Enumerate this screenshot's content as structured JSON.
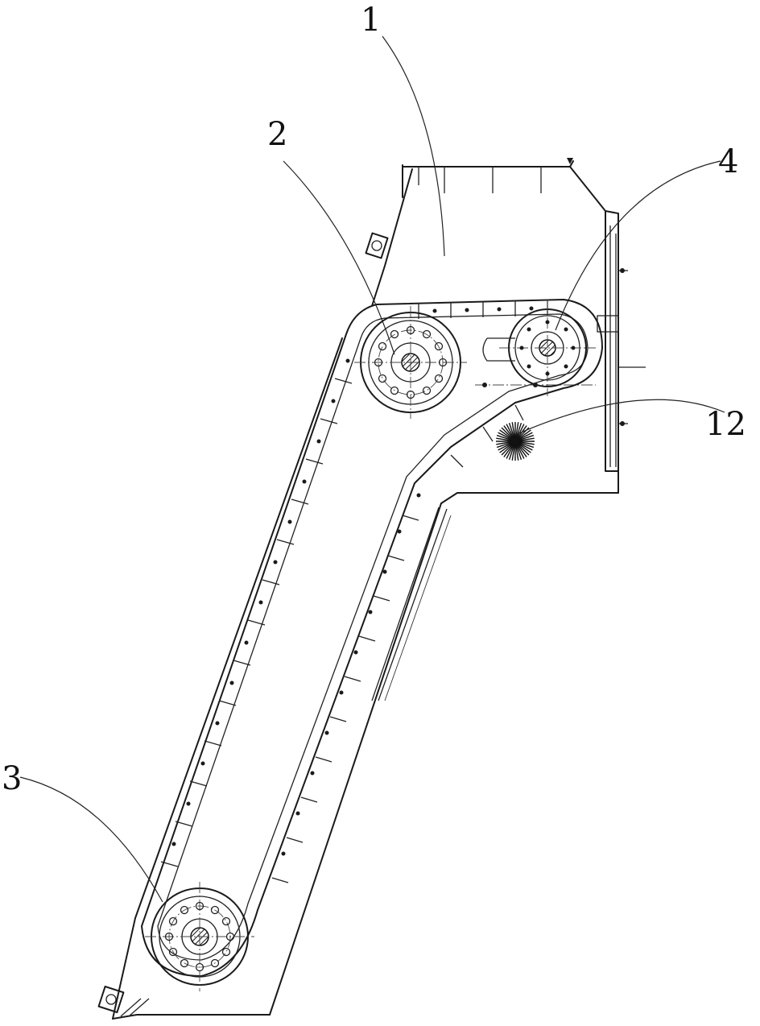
{
  "labels": {
    "part_1": "1",
    "part_2": "2",
    "part_3": "3",
    "part_4": "4",
    "part_12": "12"
  }
}
